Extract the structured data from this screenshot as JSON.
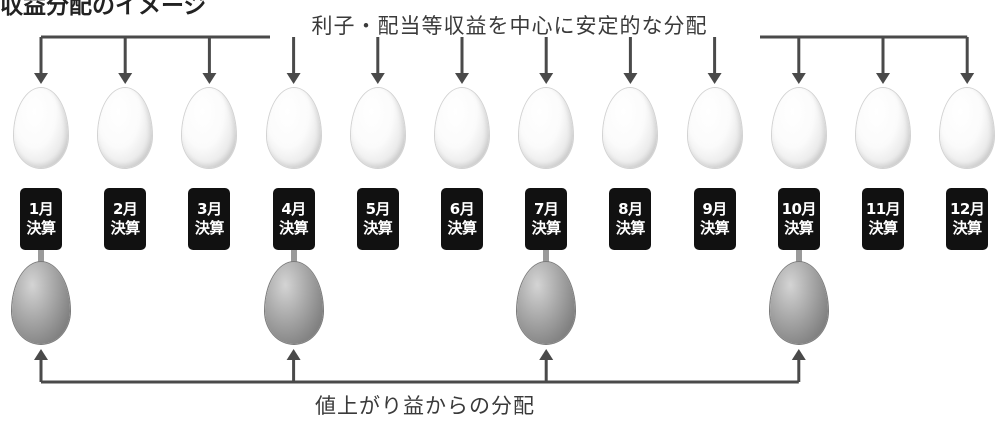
{
  "header": {
    "title": "収益分配のイメージ"
  },
  "top_caption": "利子・配当等収益を中心に安定的な分配",
  "bottom_caption": "値上がり益からの分配",
  "settlement_word": "決算",
  "months": [
    {
      "label": "1月",
      "capital_gain": true
    },
    {
      "label": "2月",
      "capital_gain": false
    },
    {
      "label": "3月",
      "capital_gain": false
    },
    {
      "label": "4月",
      "capital_gain": true
    },
    {
      "label": "5月",
      "capital_gain": false
    },
    {
      "label": "6月",
      "capital_gain": false
    },
    {
      "label": "7月",
      "capital_gain": true
    },
    {
      "label": "8月",
      "capital_gain": false
    },
    {
      "label": "9月",
      "capital_gain": false
    },
    {
      "label": "10月",
      "capital_gain": true
    },
    {
      "label": "11月",
      "capital_gain": false
    },
    {
      "label": "12月",
      "capital_gain": false
    }
  ],
  "colors": {
    "line": "#4a4a4a",
    "badge": "#111111",
    "white_egg": "#f7f7f7",
    "gray_egg": "#8c8c8c"
  }
}
